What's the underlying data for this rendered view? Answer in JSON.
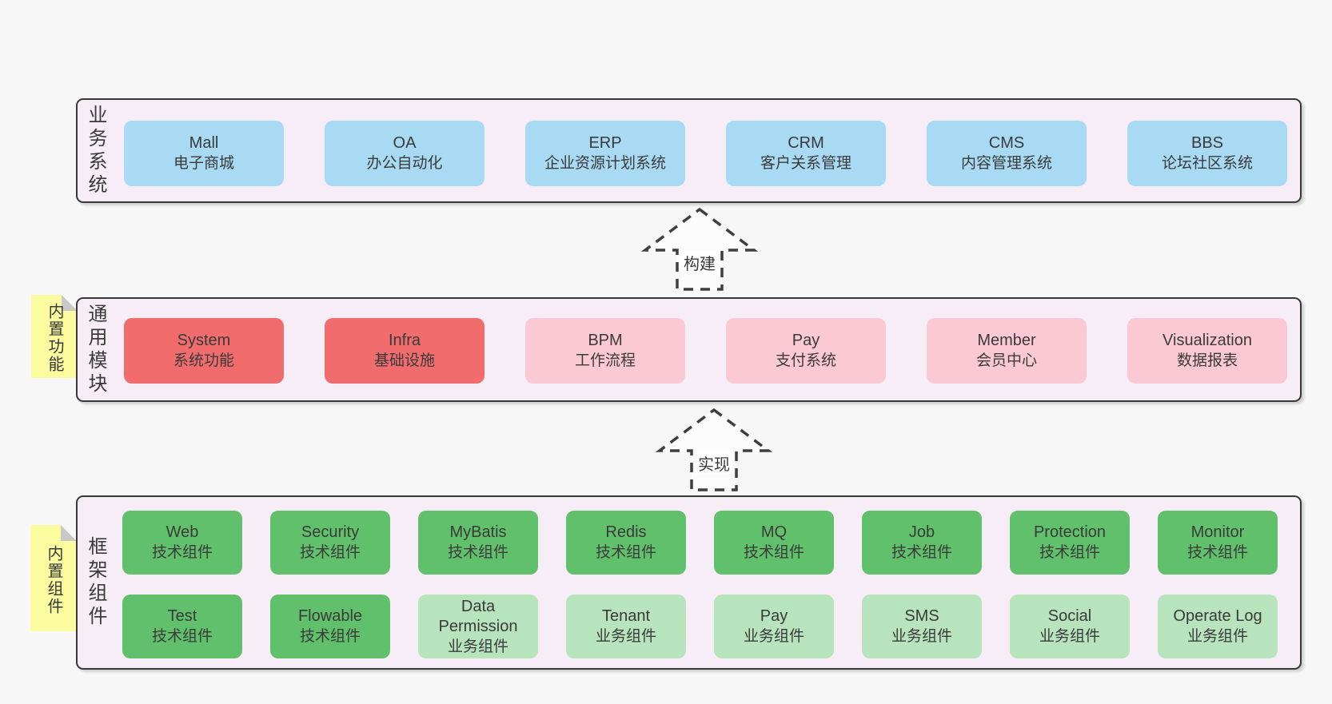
{
  "page": {
    "background": "#f7f7f7"
  },
  "colors": {
    "blue": "#a9daf3",
    "red": "#f16d6d",
    "pink": "#fbc9d3",
    "green_dark": "#61c06b",
    "green_light": "#b7e4bc",
    "note_yellow": "#fbfb9f",
    "container_fill": "#f7edf6",
    "border": "#383838",
    "text": "#3a3a3a"
  },
  "arrows": {
    "build": {
      "label": "构建"
    },
    "implement": {
      "label": "实现"
    }
  },
  "layers": {
    "business": {
      "title": "业务系统",
      "boxes": [
        {
          "title": "Mall",
          "subtitle": "电子商城",
          "variant": "blue"
        },
        {
          "title": "OA",
          "subtitle": "办公自动化",
          "variant": "blue"
        },
        {
          "title": "ERP",
          "subtitle": "企业资源计划系统",
          "variant": "blue"
        },
        {
          "title": "CRM",
          "subtitle": "客户关系管理",
          "variant": "blue"
        },
        {
          "title": "CMS",
          "subtitle": "内容管理系统",
          "variant": "blue"
        },
        {
          "title": "BBS",
          "subtitle": "论坛社区系统",
          "variant": "blue"
        }
      ]
    },
    "modules": {
      "title": "通用模块",
      "note": "内置功能",
      "boxes": [
        {
          "title": "System",
          "subtitle": "系统功能",
          "variant": "red"
        },
        {
          "title": "Infra",
          "subtitle": "基础设施",
          "variant": "red"
        },
        {
          "title": "BPM",
          "subtitle": "工作流程",
          "variant": "pink"
        },
        {
          "title": "Pay",
          "subtitle": "支付系统",
          "variant": "pink"
        },
        {
          "title": "Member",
          "subtitle": "会员中心",
          "variant": "pink"
        },
        {
          "title": "Visualization",
          "subtitle": "数据报表",
          "variant": "pink"
        }
      ]
    },
    "framework": {
      "title": "框架组件",
      "note": "内置组件",
      "rows": [
        [
          {
            "title": "Web",
            "subtitle": "技术组件",
            "variant": "green_dark"
          },
          {
            "title": "Security",
            "subtitle": "技术组件",
            "variant": "green_dark"
          },
          {
            "title": "MyBatis",
            "subtitle": "技术组件",
            "variant": "green_dark"
          },
          {
            "title": "Redis",
            "subtitle": "技术组件",
            "variant": "green_dark"
          },
          {
            "title": "MQ",
            "subtitle": "技术组件",
            "variant": "green_dark"
          },
          {
            "title": "Job",
            "subtitle": "技术组件",
            "variant": "green_dark"
          },
          {
            "title": "Protection",
            "subtitle": "技术组件",
            "variant": "green_dark"
          },
          {
            "title": "Monitor",
            "subtitle": "技术组件",
            "variant": "green_dark"
          }
        ],
        [
          {
            "title": "Test",
            "subtitle": "技术组件",
            "variant": "green_dark"
          },
          {
            "title": "Flowable",
            "subtitle": "技术组件",
            "variant": "green_dark"
          },
          {
            "title": "Data Permission",
            "subtitle": "业务组件",
            "variant": "green_light"
          },
          {
            "title": "Tenant",
            "subtitle": "业务组件",
            "variant": "green_light"
          },
          {
            "title": "Pay",
            "subtitle": "业务组件",
            "variant": "green_light"
          },
          {
            "title": "SMS",
            "subtitle": "业务组件",
            "variant": "green_light"
          },
          {
            "title": "Social",
            "subtitle": "业务组件",
            "variant": "green_light"
          },
          {
            "title": "Operate Log",
            "subtitle": "业务组件",
            "variant": "green_light"
          }
        ]
      ]
    }
  }
}
